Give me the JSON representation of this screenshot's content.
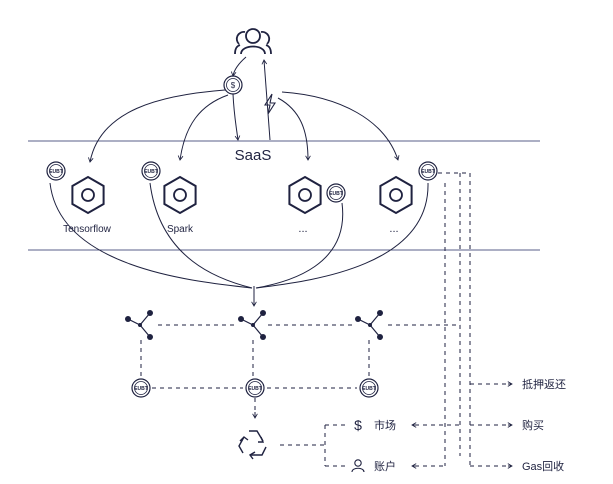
{
  "colors": {
    "ink": "#1f2240",
    "accent": "#2a2f6b",
    "band": "#5a5f88"
  },
  "saas_label": "SaaS",
  "coin_label": "EUBT",
  "dollar_coin_label": "$",
  "nodes": [
    {
      "label": "Tensorflow"
    },
    {
      "label": "Spark"
    },
    {
      "label": "..."
    },
    {
      "label": "..."
    }
  ],
  "actions": {
    "stake_return": "抵押返还",
    "buy": "购买",
    "gas_recycle": "Gas回收"
  },
  "targets": {
    "market": "市场",
    "account": "账户"
  },
  "icons": {
    "users": "users-icon",
    "lightning": "lightning-icon",
    "recycle": "recycle-icon",
    "dollar": "dollar-icon",
    "person": "person-icon",
    "node": "hexagon-node-icon",
    "chain": "chain-node-icon",
    "coin": "coin-icon"
  }
}
